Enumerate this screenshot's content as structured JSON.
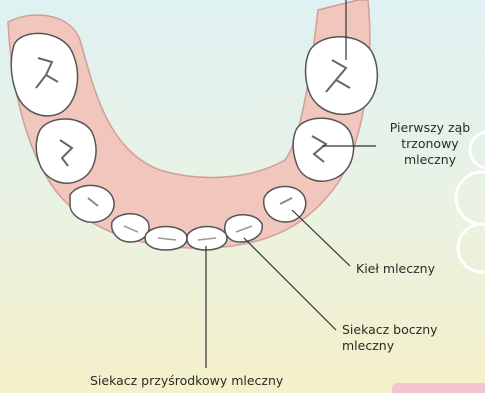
{
  "colors": {
    "gum": "#f1c6bd",
    "gum_outline": "#cfa097",
    "tooth": "#ffffff",
    "tooth_outline": "#555555",
    "leader_line": "#333333",
    "background_top": "#dff1f2",
    "background_bottom": "#f4f0c9"
  },
  "labels": {
    "first_molar": [
      "Pierwszy ząb",
      "trzonowy",
      "mleczny"
    ],
    "canine": "Kieł mleczny",
    "lateral_incisor": [
      "Siekacz boczny",
      "mleczny"
    ],
    "central_incisor": "Siekacz przyśrodkowy mleczny"
  }
}
